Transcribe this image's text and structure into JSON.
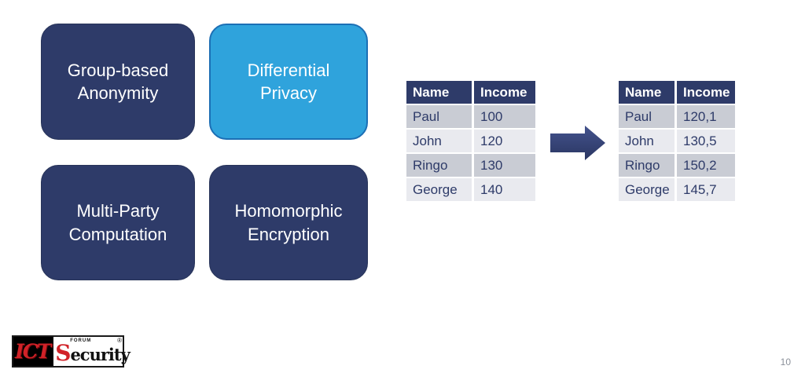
{
  "page": {
    "number": "10",
    "background": "#ffffff"
  },
  "concept_boxes": [
    {
      "label": "Group-based Anonymity",
      "fill": "#2E3B69",
      "text_color": "#ffffff",
      "highlighted": false
    },
    {
      "label": "Differential Privacy",
      "fill": "#2FA3DC",
      "border": "#1C6FB5",
      "text_color": "#ffffff",
      "highlighted": true
    },
    {
      "label": "Multi-Party Computation",
      "fill": "#2E3B69",
      "text_color": "#ffffff",
      "highlighted": false
    },
    {
      "label": "Homomorphic Encryption",
      "fill": "#2E3B69",
      "text_color": "#ffffff",
      "highlighted": false
    }
  ],
  "tables": {
    "before": {
      "headers": [
        "Name",
        "Income"
      ],
      "rows": [
        [
          "Paul",
          "100"
        ],
        [
          "John",
          "120"
        ],
        [
          "Ringo",
          "130"
        ],
        [
          "George",
          "140"
        ]
      ]
    },
    "after": {
      "headers": [
        "Name",
        "Income"
      ],
      "rows": [
        [
          "Paul",
          "120,1"
        ],
        [
          "John",
          "130,5"
        ],
        [
          "Ringo",
          "150,2"
        ],
        [
          "George",
          "145,7"
        ]
      ]
    }
  },
  "icons": {
    "transform_arrow": "right-block-arrow"
  },
  "logo": {
    "ict": "ICT",
    "forum": "FORUM",
    "security_initial": "S",
    "security_rest": "ecurity",
    "registered": "®"
  },
  "colors": {
    "navy": "#2E3B69",
    "blue_fill": "#2FA3DC",
    "blue_border": "#1C6FB5",
    "row_dark": "#C9CCD4",
    "row_light": "#E9EAEF",
    "table_text": "#2E3B69",
    "logo_red": "#D12228",
    "page_number_gray": "#8B909A"
  }
}
